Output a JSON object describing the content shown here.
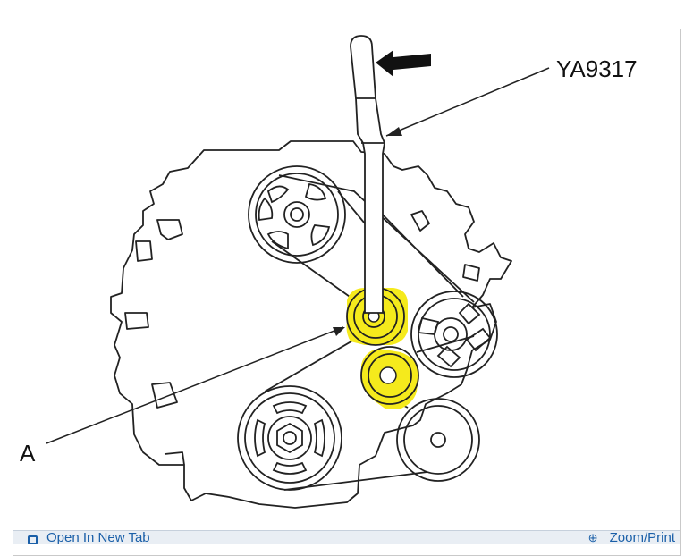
{
  "figure": {
    "tool_label": "YA9317",
    "pointer_label": "A",
    "highlight_color": "#f5ea1c"
  },
  "toolbar": {
    "left_label": "Open In New Tab",
    "left_icon": "open-tab-icon",
    "right_label": "Zoom/Print",
    "right_icon": "zoom-icon"
  }
}
